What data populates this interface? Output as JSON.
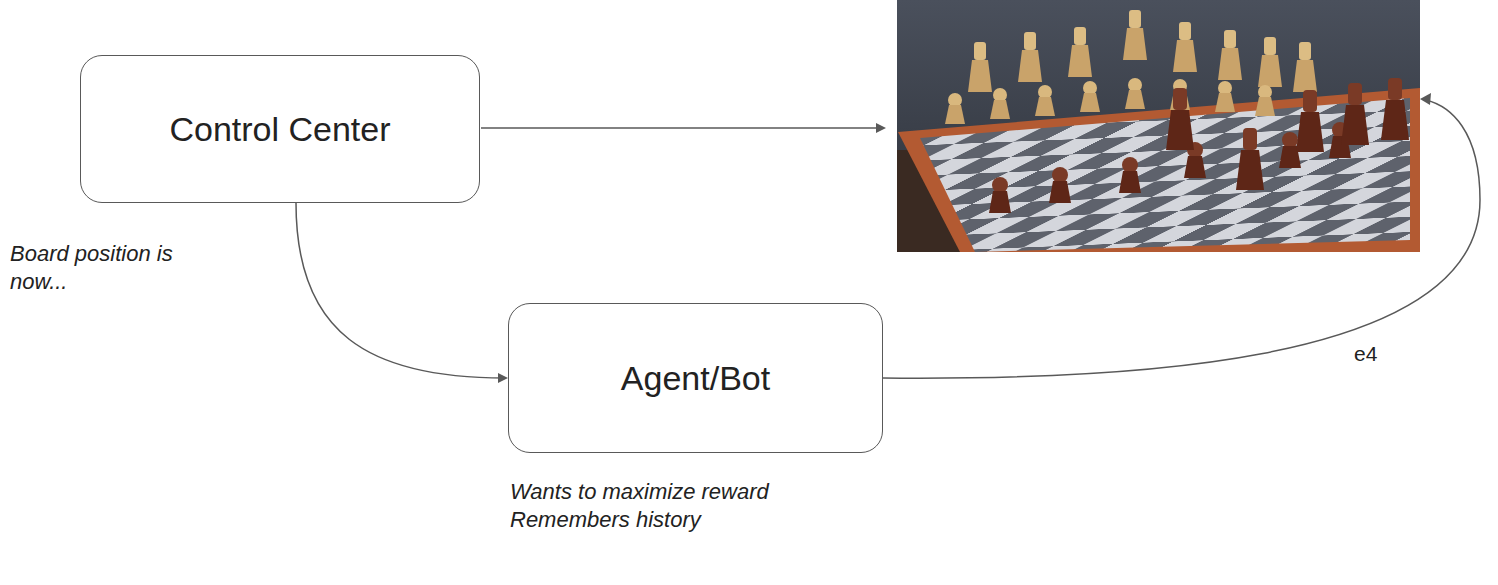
{
  "diagram": {
    "nodes": [
      {
        "text": [
          "Control Center"
        ]
      },
      {
        "text": [
          "Agent/Bot"
        ]
      }
    ],
    "edges": [
      {
        "from": 0,
        "to": 1,
        "arrow": "to",
        "label": "Board position is now..."
      }
    ],
    "labels": [
      "e4",
      "Wants to maximize reward",
      "Remembers history"
    ]
  }
}
